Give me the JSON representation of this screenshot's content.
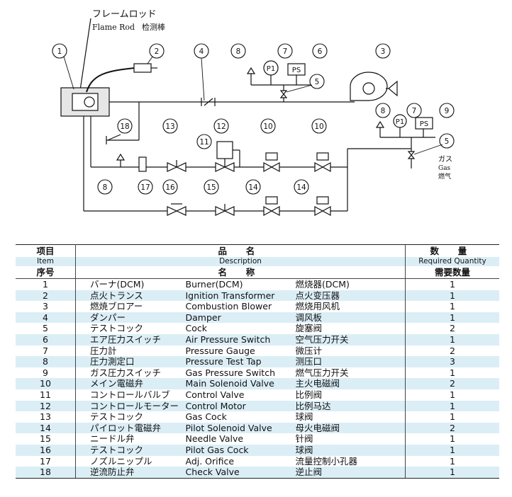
{
  "diagram": {
    "flame_rod_ja": "フレームロッド",
    "flame_rod_en": "Flame Rod",
    "flame_rod_cn": "检测棒",
    "gas_ja": "ガス",
    "gas_en": "Gas",
    "gas_cn": "燃气",
    "ps_label": "PS",
    "p1_label": "P1",
    "callouts": [
      "1",
      "2",
      "3",
      "4",
      "5",
      "6",
      "7",
      "8",
      "9",
      "10",
      "11",
      "12",
      "13",
      "14",
      "15",
      "16",
      "17",
      "18"
    ]
  },
  "table": {
    "header": {
      "item_cn": "项目",
      "item_en": "Item",
      "item_no": "序号",
      "desc_ja": "品 名",
      "desc_en": "Description",
      "desc_cn": "名 称",
      "qty_ja": "数 量",
      "qty_en": "Required Quantity",
      "qty_cn": "需要数量"
    },
    "rows": [
      {
        "item": "1",
        "ja": "バーナ(DCM)",
        "en": "Burner(DCM)",
        "cn": "燃烧器(DCM)",
        "qty": "1"
      },
      {
        "item": "2",
        "ja": "点火トランス",
        "en": "Ignition Transformer",
        "cn": "点火变压器",
        "qty": "1"
      },
      {
        "item": "3",
        "ja": "燃焼ブロアー",
        "en": "Combustion Blower",
        "cn": "燃烧用风机",
        "qty": "1"
      },
      {
        "item": "4",
        "ja": "ダンパー",
        "en": "Damper",
        "cn": "调风板",
        "qty": "1"
      },
      {
        "item": "5",
        "ja": "テストコック",
        "en": "Cock",
        "cn": "旋塞阀",
        "qty": "2"
      },
      {
        "item": "6",
        "ja": "エア圧力スイッチ",
        "en": "Air Pressure Switch",
        "cn": "空气压力开关",
        "qty": "1"
      },
      {
        "item": "7",
        "ja": "圧力計",
        "en": "Pressure Gauge",
        "cn": "微压计",
        "qty": "2"
      },
      {
        "item": "8",
        "ja": "圧力測定口",
        "en": "Pressure Test Tap",
        "cn": "测压口",
        "qty": "3"
      },
      {
        "item": "9",
        "ja": "ガス圧力スイッチ",
        "en": "Gas Pressure Switch",
        "cn": "燃气压力开关",
        "qty": "1"
      },
      {
        "item": "10",
        "ja": "メイン電磁弁",
        "en": "Main Solenoid Valve",
        "cn": "主火电磁阀",
        "qty": "2"
      },
      {
        "item": "11",
        "ja": "コントロールバルブ",
        "en": "Control Valve",
        "cn": "比例阀",
        "qty": "1"
      },
      {
        "item": "12",
        "ja": "コントロールモーター",
        "en": "Control Motor",
        "cn": "比例马达",
        "qty": "1"
      },
      {
        "item": "13",
        "ja": "テストコック",
        "en": "Gas Cock",
        "cn": "球阀",
        "qty": "1"
      },
      {
        "item": "14",
        "ja": "パイロット電磁弁",
        "en": "Pilot Solenoid Valve",
        "cn": "母火电磁阀",
        "qty": "2"
      },
      {
        "item": "15",
        "ja": "ニードル弁",
        "en": "Needle Valve",
        "cn": "针阀",
        "qty": "1"
      },
      {
        "item": "16",
        "ja": "テストコック",
        "en": "Pilot Gas Cock",
        "cn": "球阀",
        "qty": "1"
      },
      {
        "item": "17",
        "ja": "ノズルニップル",
        "en": "Adj. Orifice",
        "cn": "流量控制小孔器",
        "qty": "1"
      },
      {
        "item": "18",
        "ja": "逆流防止弁",
        "en": "Check Valve",
        "cn": "逆止阀",
        "qty": "1"
      }
    ]
  }
}
